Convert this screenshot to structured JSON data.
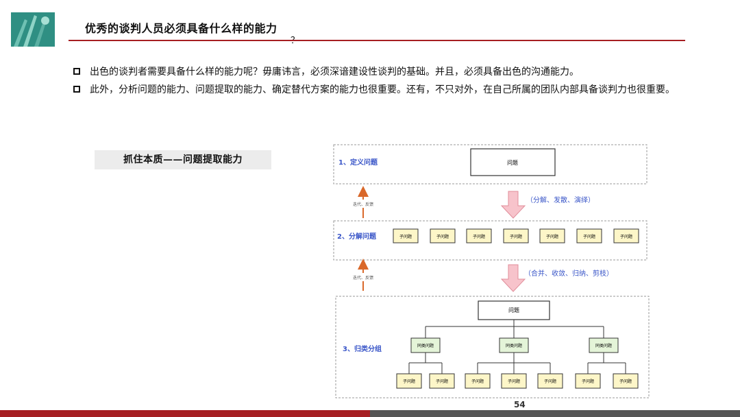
{
  "header": {
    "title": "优秀的谈判人员必须具备什么样的能力",
    "title_tail": "？"
  },
  "bullets": [
    "出色的谈判者需要具备什么样的能力呢？毋庸讳言，必须深谙建设性谈判的基础。并且，必须具备出色的沟通能力。",
    "此外，分析问题的能力、问题提取的能力、确定替代方案的能力也很重要。还有，不只对外，在自己所属的团队内部具备谈判力也很重要。"
  ],
  "section_label": "抓住本质——问题提取能力",
  "diagram": {
    "step1": {
      "label": "1、定义问题",
      "box": "问题"
    },
    "arrow1": "（分解、发散、演绎）",
    "feedback1": "迭代、反馈",
    "step2": {
      "label": "2、分解问题",
      "subs": [
        "子问题",
        "子问题",
        "子问题",
        "子问题",
        "子问题",
        "子问题",
        "子问题"
      ]
    },
    "arrow2": "（合并、收敛、归纳、剪枝）",
    "feedback2": "迭代、反馈",
    "step3": {
      "label": "3、归类分组",
      "root": "问题",
      "groups": [
        "同类问题",
        "同类问题",
        "同类问题"
      ],
      "leaves": [
        "子问题",
        "子问题",
        "子问题",
        "子问题",
        "子问题",
        "子问题",
        "子问题"
      ]
    },
    "colors": {
      "accent_text": "#3a56c8",
      "sub_fill": "#fdf6c8",
      "group_fill": "#e4f4d8",
      "pink_arrow": "#f7c3cb",
      "orange_arrow": "#d9682a"
    }
  },
  "page_number": "54"
}
